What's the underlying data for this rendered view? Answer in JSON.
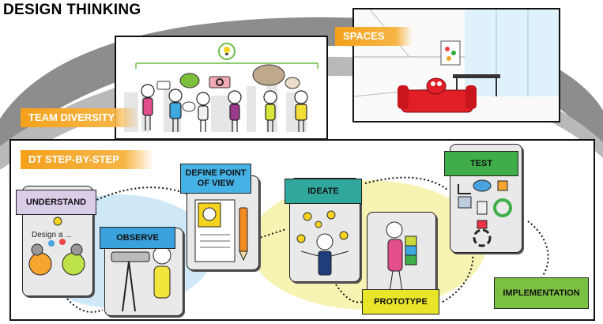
{
  "title": "DESIGN THINKING",
  "sections": {
    "spaces": "SPACES",
    "team_diversity": "TEAM DIVERSITY",
    "dt_step_by_step": "DT STEP-BY-STEP"
  },
  "steps": {
    "understand": "UNDERSTAND",
    "understand_caption": "Design a ...",
    "observe": "OBSERVE",
    "define_line1": "DEFINE POINT",
    "define_line2": "OF VIEW",
    "ideate": "IDEATE",
    "prototype": "PROTOTYPE",
    "test": "TEST",
    "implementation": "IMPLEMENTATION"
  },
  "colors": {
    "ribbon_orange": "#f4a11c",
    "understand_purple": "#d9cde8",
    "observe_blue": "#3aa1dc",
    "define_blue": "#45b2e6",
    "ideate_teal": "#2fa79a",
    "prototype_yellow": "#e9e52a",
    "test_green": "#3fae49",
    "implementation_green": "#7cc043",
    "loop_blue": "#cfe8f7",
    "loop_yellow": "#f7f3b2"
  },
  "icons": [
    "lightbulb-icon",
    "sofa-icon",
    "binoculars-icon",
    "document-icon",
    "pencil-icon",
    "cloud-icon",
    "refresh-icon",
    "speech-bubble-icon"
  ]
}
